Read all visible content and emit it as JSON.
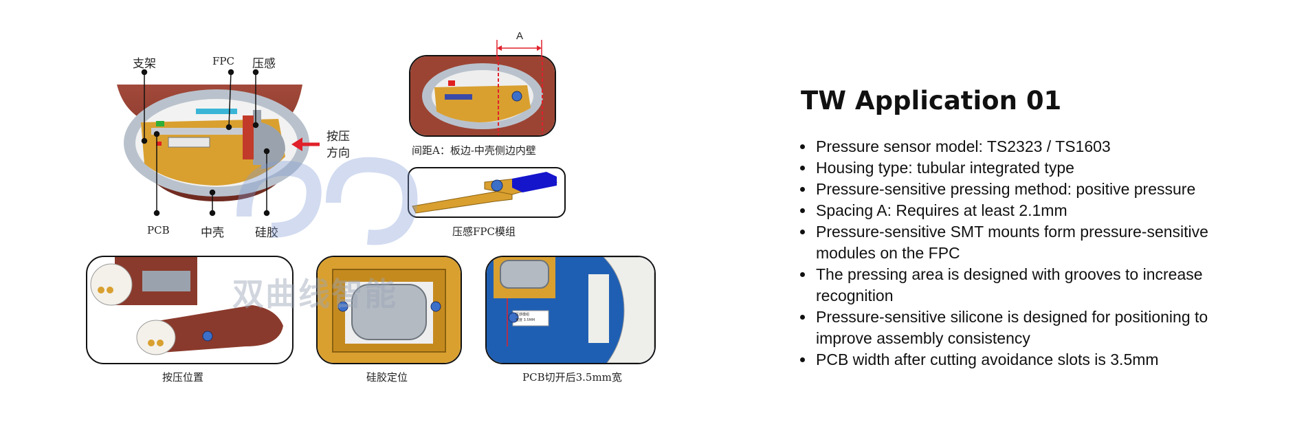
{
  "figure": {
    "labels": {
      "bracket": "支架",
      "fpc": "FPC",
      "pressure_sense": "压感",
      "press_direction_line1": "按压",
      "press_direction_line2": "方向",
      "pcb": "PCB",
      "middle_shell": "中壳",
      "silicone": "硅胶",
      "dimension_a": "A"
    },
    "captions": {
      "spacing_a": "间距A：板边-中壳侧边内壁",
      "fpc_module": "压感FPC模组",
      "press_position": "按压位置",
      "silicone_positioning": "硅胶定位",
      "pcb_cut": "PCB切开后3.5mm宽"
    },
    "watermark": "双曲线智能",
    "pcb_sticker_line1": "压感模组",
    "pcb_sticker_line2": "宽度 3.5MM"
  },
  "content": {
    "title": "TW Application 01",
    "bullets": [
      "Pressure sensor model: TS2323 / TS1603",
      "Housing type: tubular integrated type",
      "Pressure-sensitive pressing method: positive pressure",
      "Spacing A: Requires at least 2.1mm",
      "Pressure-sensitive SMT mounts form pressure-sensitive modules on the FPC",
      "The pressing area is designed with grooves to increase recognition",
      "Pressure-sensitive silicone is designed for positioning to improve assembly consistency",
      "PCB width after cutting avoidance slots is 3.5mm"
    ]
  },
  "colors": {
    "housing": "#8a3a2c",
    "shell_gray": "#b9c2cc",
    "pcb_gold": "#d9a030",
    "board_blue": "#1f5fb3",
    "sensor_blue": "#3c6fc8",
    "arrow_red": "#e0202a",
    "watermark": "#7f9bd6"
  }
}
